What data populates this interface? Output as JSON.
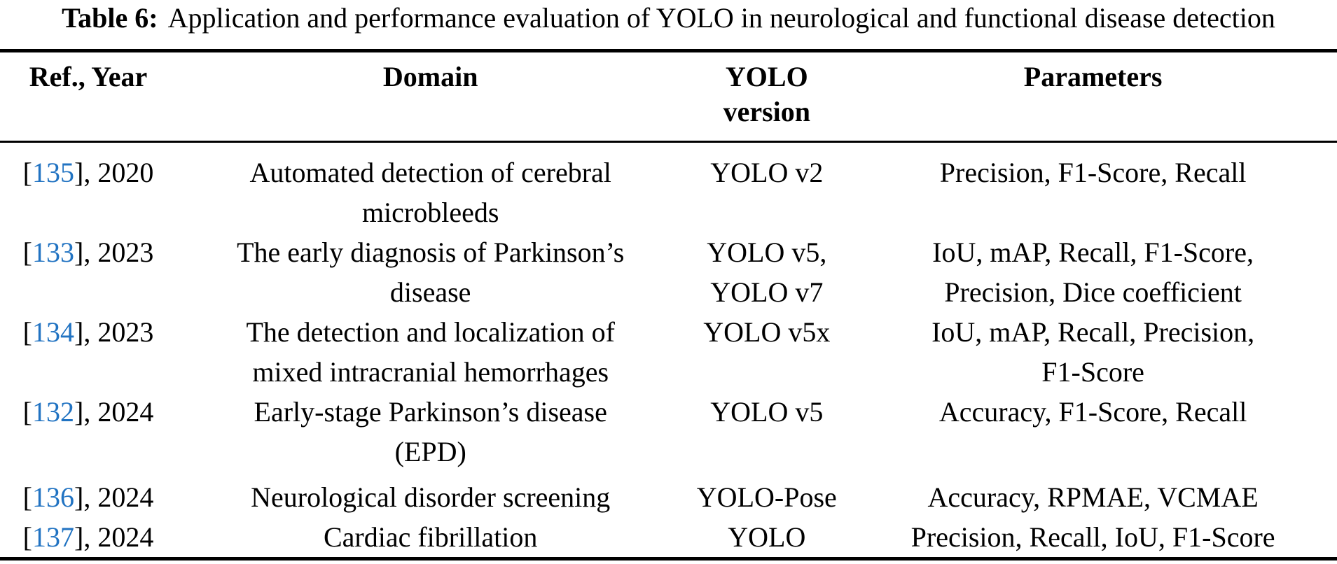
{
  "colors": {
    "citation_link": "#2173c2",
    "text": "#000000",
    "background": "#ffffff"
  },
  "caption": {
    "label": "Table 6:",
    "text": "Application and performance evaluation of YOLO in neurological and functional disease detection"
  },
  "table": {
    "cite_open": "[",
    "cite_close": "]",
    "headers": {
      "ref_year": "Ref., Year",
      "domain": "Domain",
      "yolo_version": [
        "YOLO",
        "version"
      ],
      "parameters": "Parameters"
    },
    "rows": [
      {
        "cite": "135",
        "year_suffix": ", 2020",
        "domain": [
          "Automated detection of cerebral",
          "microbleeds"
        ],
        "yolo_version": [
          "YOLO v2"
        ],
        "parameters": [
          "Precision, F1-Score, Recall"
        ]
      },
      {
        "cite": "133",
        "year_suffix": ", 2023",
        "domain": [
          "The early diagnosis of Parkinson’s",
          "disease"
        ],
        "yolo_version": [
          "YOLO v5,",
          "YOLO v7"
        ],
        "parameters": [
          "IoU, mAP, Recall, F1-Score,",
          "Precision, Dice coefficient"
        ]
      },
      {
        "cite": "134",
        "year_suffix": ", 2023",
        "domain": [
          "The detection and localization of",
          "mixed intracranial hemorrhages"
        ],
        "yolo_version": [
          "YOLO v5x"
        ],
        "parameters": [
          "IoU, mAP, Recall, Precision,",
          "F1-Score"
        ]
      },
      {
        "cite": "132",
        "year_suffix": ", 2024",
        "domain": [
          "Early-stage Parkinson’s disease",
          "(EPD)"
        ],
        "yolo_version": [
          "YOLO v5"
        ],
        "parameters": [
          "Accuracy, F1-Score, Recall"
        ]
      },
      {
        "cite": "136",
        "year_suffix": ", 2024",
        "domain": [
          "Neurological disorder screening"
        ],
        "yolo_version": [
          "YOLO-Pose"
        ],
        "parameters": [
          "Accuracy, RPMAE, VCMAE"
        ]
      },
      {
        "cite": "137",
        "year_suffix": ", 2024",
        "domain": [
          "Cardiac fibrillation"
        ],
        "yolo_version": [
          "YOLO"
        ],
        "parameters": [
          "Precision, Recall, IoU, F1-Score"
        ]
      }
    ]
  }
}
